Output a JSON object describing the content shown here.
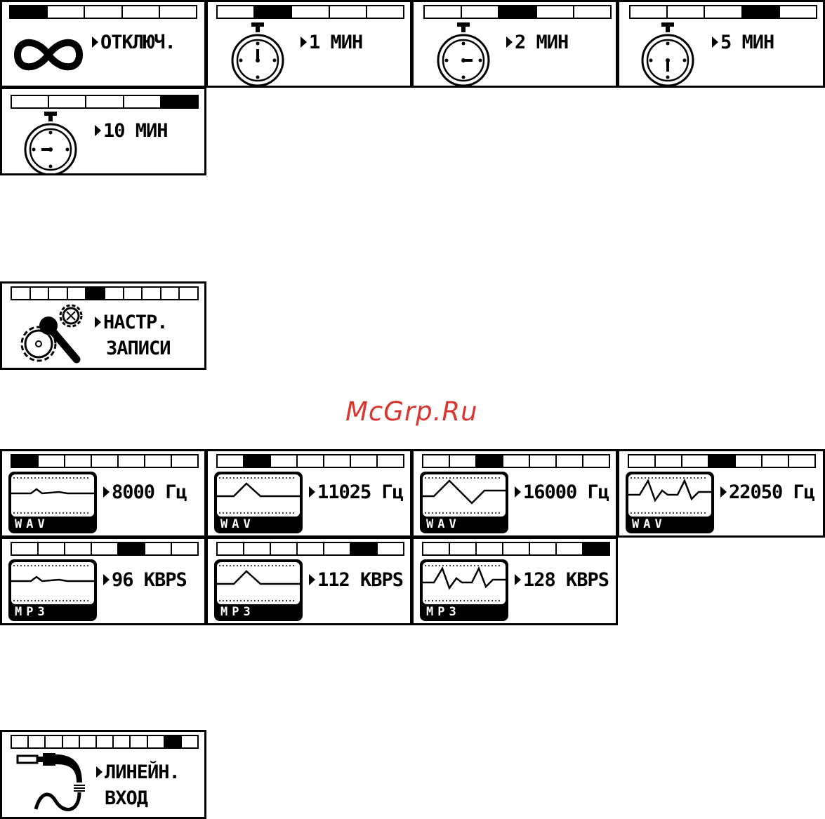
{
  "watermark": "McGrp.Ru",
  "timer_screens": [
    {
      "label": "ОТКЛЮЧ.",
      "icon": "infinity-icon",
      "segments": 5,
      "active": 0
    },
    {
      "label": "1 МИН",
      "icon": "stopwatch-icon",
      "segments": 5,
      "active": 1
    },
    {
      "label": "2 МИН",
      "icon": "stopwatch-icon",
      "segments": 5,
      "active": 2
    },
    {
      "label": "5 МИН",
      "icon": "stopwatch-icon",
      "segments": 5,
      "active": 3
    },
    {
      "label": "10 МИН",
      "icon": "stopwatch-icon",
      "segments": 5,
      "active": 4
    }
  ],
  "record_settings": {
    "line1": "НАСТР.",
    "line2": "ЗАПИСИ",
    "icon": "mic-gear-icon",
    "segments": 10,
    "active": 4
  },
  "quality_screens": [
    {
      "label": "8000 Гц",
      "format": "WAV",
      "segments": 7,
      "active": 0,
      "wave": 0
    },
    {
      "label": "11025 Гц",
      "format": "WAV",
      "segments": 7,
      "active": 1,
      "wave": 1
    },
    {
      "label": "16000 Гц",
      "format": "WAV",
      "segments": 7,
      "active": 2,
      "wave": 2
    },
    {
      "label": "22050 Гц",
      "format": "WAV",
      "segments": 7,
      "active": 3,
      "wave": 3
    },
    {
      "label": "96 KBPS",
      "format": "MP3",
      "segments": 7,
      "active": 4,
      "wave": 0
    },
    {
      "label": "112 KBPS",
      "format": "MP3",
      "segments": 7,
      "active": 5,
      "wave": 1
    },
    {
      "label": "128 KBPS",
      "format": "MP3",
      "segments": 7,
      "active": 6,
      "wave": 3
    }
  ],
  "line_in": {
    "line1": "ЛИНЕЙН.",
    "line2": "ВХОД",
    "icon": "audio-jack-icon",
    "segments": 11,
    "active": 9
  }
}
